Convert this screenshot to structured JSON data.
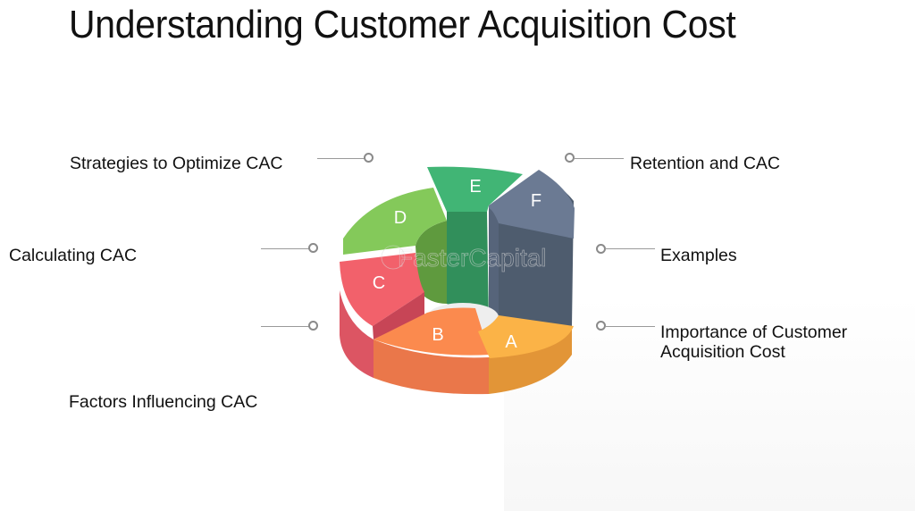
{
  "title": "Understanding Customer Acquisition Cost",
  "watermark": "FasterCapital",
  "segments": [
    {
      "letter": "A",
      "top": "#fbb347",
      "side": "#e29537",
      "inner": "#d9913a"
    },
    {
      "letter": "B",
      "top": "#fb8a4e",
      "side": "#ea774a",
      "inner": "#e06d40"
    },
    {
      "letter": "C",
      "top": "#f2616b",
      "side": "#dc5563",
      "inner": "#c74556"
    },
    {
      "letter": "D",
      "top": "#84c95a",
      "side": "#6fb04a",
      "inner": "#5f9a3e"
    },
    {
      "letter": "E",
      "top": "#41b575",
      "side": "#2f9a5e",
      "inner": "#318f5b"
    },
    {
      "letter": "F",
      "top": "#6b7a93",
      "side": "#4e5c6e",
      "inner": "#56647a"
    }
  ],
  "labels": {
    "left": [
      {
        "text": "Strategies to Optimize CAC"
      },
      {
        "text": "Calculating CAC"
      },
      {
        "text": "Factors Influencing CAC"
      }
    ],
    "right": [
      {
        "text": "Retention and CAC"
      },
      {
        "text": "Examples"
      },
      {
        "text": "Importance of Customer Acquisition Cost"
      }
    ]
  }
}
